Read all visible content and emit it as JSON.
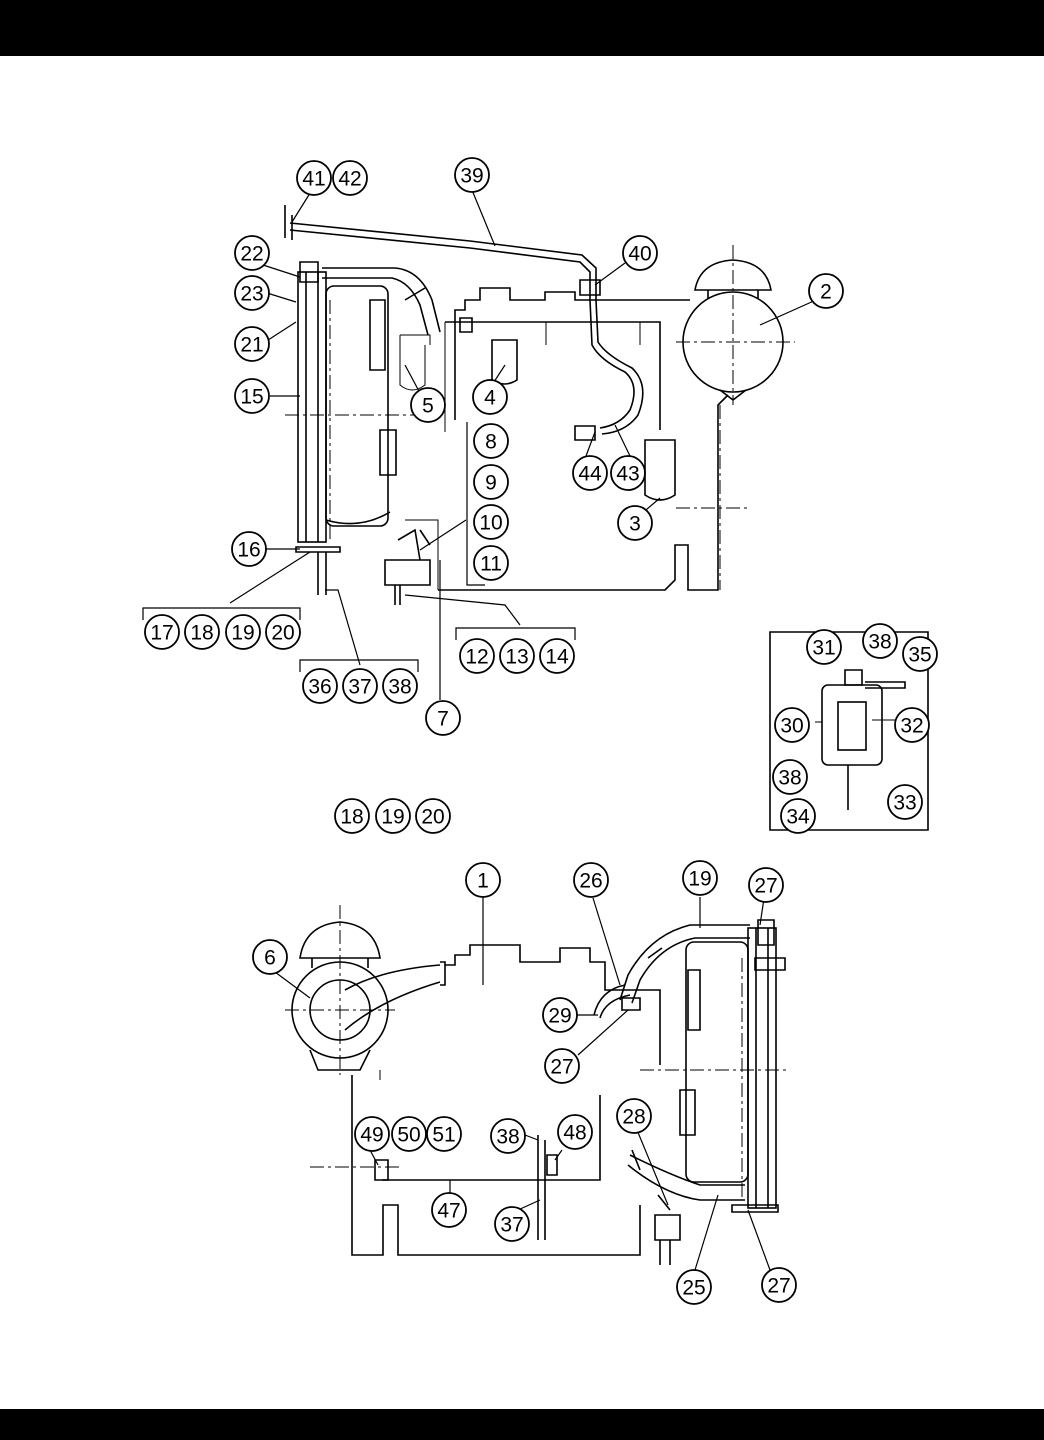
{
  "callouts": {
    "c1": "1",
    "c2": "2",
    "c3": "3",
    "c4": "4",
    "c5": "5",
    "c6": "6",
    "c7": "7",
    "c8": "8",
    "c9": "9",
    "c10": "10",
    "c11": "11",
    "c12": "12",
    "c13": "13",
    "c14": "14",
    "c15": "15",
    "c16": "16",
    "c17": "17",
    "c18a": "18",
    "c19a": "19",
    "c20a": "20",
    "c21": "21",
    "c22": "22",
    "c23": "23",
    "c36": "36",
    "c37a": "37",
    "c38a": "38",
    "c39": "39",
    "c40": "40",
    "c41": "41",
    "c42": "42",
    "c43": "43",
    "c44": "44",
    "c30": "30",
    "c31": "31",
    "c32": "32",
    "c33": "33",
    "c34": "34",
    "c35": "35",
    "c38b": "38",
    "c38c": "38",
    "c18b": "18",
    "c19b": "19",
    "c20b": "20",
    "c19c": "19",
    "c25": "25",
    "c26": "26",
    "c27a": "27",
    "c27b": "27",
    "c27c": "27",
    "c28": "28",
    "c29": "29",
    "c37b": "37",
    "c38d": "38",
    "c47": "47",
    "c48": "48",
    "c49": "49",
    "c50": "50",
    "c51": "51"
  }
}
